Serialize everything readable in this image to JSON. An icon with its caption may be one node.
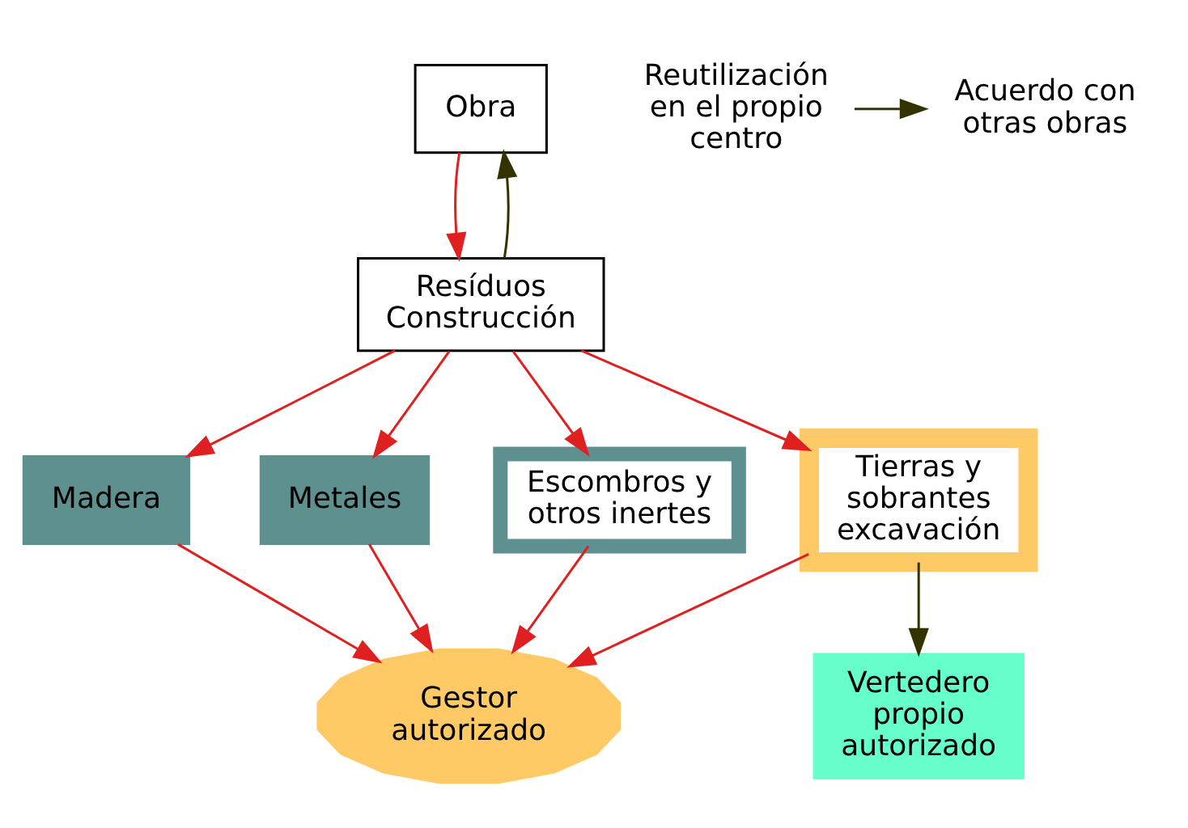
{
  "diagram": {
    "nodes": [
      {
        "text": [
          "Obra"
        ]
      },
      {
        "text": [
          "Resíduos Construcción"
        ]
      },
      {
        "text": [
          "Reutilización en el propio centro"
        ]
      },
      {
        "text": [
          "Acuerdo con otras obras"
        ]
      },
      {
        "text": [
          "Tierras y sobrantes excavación"
        ]
      },
      {
        "text": [
          "Madera"
        ]
      },
      {
        "text": [
          "Metales"
        ]
      },
      {
        "text": [
          "Escombros y otros inertes"
        ]
      },
      {
        "text": [
          "Gestor autorizado"
        ]
      },
      {
        "text": [
          "Vertedero propio autorizado"
        ]
      }
    ],
    "edges": [
      {
        "from": 0,
        "to": 1,
        "arrow": "to"
      },
      {
        "from": 1,
        "to": 0,
        "arrow": "to",
        "color": "#333300"
      },
      {
        "from": 2,
        "to": 3,
        "arrow": "to",
        "color": "#333300"
      },
      {
        "from": 1,
        "to": 4,
        "arrow": "to"
      },
      {
        "from": 1,
        "to": 5,
        "arrow": "to"
      },
      {
        "from": 1,
        "to": 6,
        "arrow": "to"
      },
      {
        "from": 1,
        "to": 7,
        "arrow": "to"
      },
      {
        "from": 7,
        "to": 8,
        "arrow": "to"
      },
      {
        "from": 5,
        "to": 8,
        "arrow": "to"
      },
      {
        "from": 6,
        "to": 8,
        "arrow": "to"
      },
      {
        "from": 4,
        "to": 8,
        "arrow": "to"
      },
      {
        "from": 4,
        "to": 9,
        "arrow": "to",
        "color": "#333300"
      }
    ]
  }
}
